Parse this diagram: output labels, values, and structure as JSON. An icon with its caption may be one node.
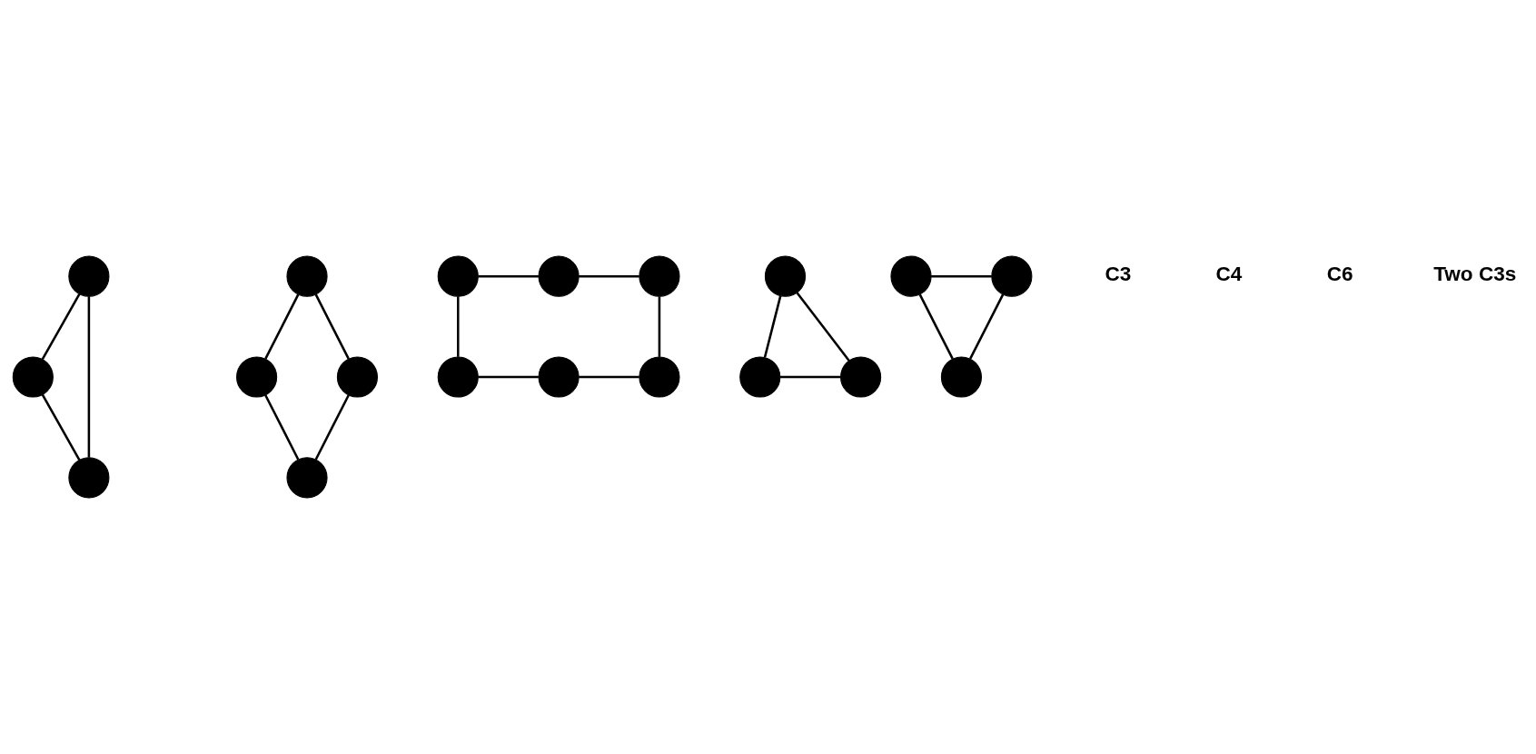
{
  "diagram": {
    "nodes": [
      {
        "text": [],
        "shape": "circle"
      },
      {
        "text": [],
        "shape": "circle"
      },
      {
        "text": [],
        "shape": "circle"
      },
      {
        "text": [],
        "shape": "circle"
      },
      {
        "text": [],
        "shape": "circle"
      },
      {
        "text": [],
        "shape": "circle"
      },
      {
        "text": [],
        "shape": "circle"
      },
      {
        "text": [],
        "shape": "circle"
      },
      {
        "text": [],
        "shape": "circle"
      },
      {
        "text": [],
        "shape": "circle"
      },
      {
        "text": [],
        "shape": "circle"
      },
      {
        "text": [],
        "shape": "circle"
      },
      {
        "text": [],
        "shape": "circle"
      },
      {
        "text": [],
        "shape": "circle"
      },
      {
        "text": [],
        "shape": "circle"
      },
      {
        "text": [],
        "shape": "circle"
      },
      {
        "text": [],
        "shape": "circle"
      },
      {
        "text": [],
        "shape": "circle"
      },
      {
        "text": [],
        "shape": "circle"
      }
    ],
    "edges": [
      {
        "from": 0,
        "to": 1,
        "arrow": "none"
      },
      {
        "from": 0,
        "to": 2,
        "arrow": "none"
      },
      {
        "from": 1,
        "to": 2,
        "arrow": "none"
      },
      {
        "from": 3,
        "to": 4,
        "arrow": "none"
      },
      {
        "from": 3,
        "to": 5,
        "arrow": "none"
      },
      {
        "from": 4,
        "to": 6,
        "arrow": "none"
      },
      {
        "from": 5,
        "to": 6,
        "arrow": "none"
      },
      {
        "from": 7,
        "to": 8,
        "arrow": "none"
      },
      {
        "from": 8,
        "to": 9,
        "arrow": "none"
      },
      {
        "from": 7,
        "to": 10,
        "arrow": "none"
      },
      {
        "from": 9,
        "to": 12,
        "arrow": "none"
      },
      {
        "from": 10,
        "to": 11,
        "arrow": "none"
      },
      {
        "from": 11,
        "to": 12,
        "arrow": "none"
      },
      {
        "from": 13,
        "to": 16,
        "arrow": "none"
      },
      {
        "from": 13,
        "to": 17,
        "arrow": "none"
      },
      {
        "from": 16,
        "to": 17,
        "arrow": "none"
      },
      {
        "from": 14,
        "to": 15,
        "arrow": "none"
      },
      {
        "from": 14,
        "to": 18,
        "arrow": "none"
      },
      {
        "from": 15,
        "to": 18,
        "arrow": "none"
      }
    ],
    "labels": [
      "C3",
      "C4",
      "C6",
      "Two C3s"
    ]
  }
}
